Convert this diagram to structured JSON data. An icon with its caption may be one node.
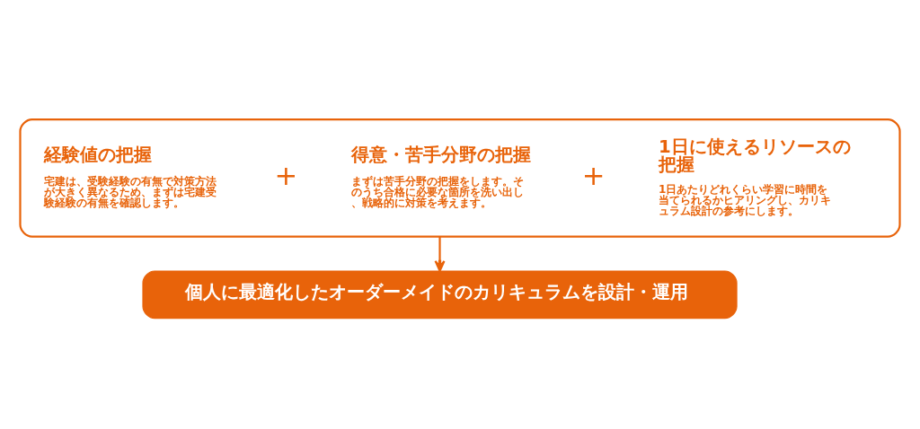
{
  "diagram": {
    "nodes": [
      {
        "text": [],
        "shape": "box"
      },
      {
        "text": [
          "経験値の把握",
          "宅建は、受験経験の有無で対策方法が大きく異なるため、まずは宅建受験経験の有無を確認します。"
        ],
        "in": 0
      },
      {
        "text": [
          "得意・苦手分野の把握",
          "まずは苦手分野の把握をします。そのうち合格に必要な箇所を洗い出し、戦略的に対策を考えます。"
        ],
        "in": 0
      },
      {
        "text": [
          "1日に使えるリソースの把握",
          "1日あたりどれくらい学習に時間を当てられるかヒアリングし、カリキュラム設計の参考にします。"
        ],
        "in": 0
      },
      {
        "text": [
          "個人に最適化したオーダーメイドのカリキュラムを設計・運用"
        ]
      }
    ],
    "edges": [
      {
        "from": 0,
        "to": 4,
        "arrow": "to"
      }
    ],
    "labels": [
      "+",
      "+"
    ]
  }
}
